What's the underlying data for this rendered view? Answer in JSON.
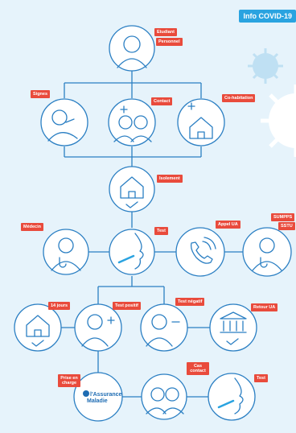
{
  "badge": "Info COVID-19",
  "labels": {
    "etudiant": "Etudiant",
    "personnel": "Personnel",
    "signes": "Signes",
    "contact": "Contact",
    "cohabitation": "Co-habitation",
    "isolement": "Isolement",
    "medecin": "Médecin",
    "test": "Test",
    "appel_ua": "Appel UA",
    "sumpps": "SUMPPS",
    "sstu": "SSTU",
    "jours": "14 jours",
    "test_positif": "Test positif",
    "test_negatif": "Test négatif",
    "retour_ua": "Retour UA",
    "prise_en_charge": "Prise en charge",
    "cas_contact": "Cas contact",
    "test2": "Test"
  },
  "logo_text": {
    "line1": "l'Assurance",
    "line2": "Maladie"
  },
  "colors": {
    "accent": "#2aa3e0",
    "label": "#e94b3c",
    "line": "#2b7fc3",
    "background": "#e6f3fb"
  },
  "icons": [
    "person-icon",
    "coughing-person-icon",
    "contact-icon",
    "house-plus-icon",
    "house-check-icon",
    "doctor-icon",
    "swab-test-icon",
    "phone-icon",
    "bank-icon",
    "person-plus-icon",
    "person-minus-icon",
    "virus-icon"
  ]
}
